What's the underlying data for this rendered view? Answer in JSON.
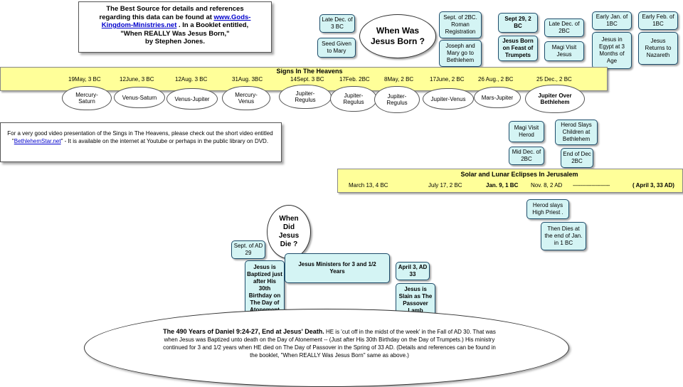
{
  "source_box": {
    "line1": "The Best Source for details and references",
    "line2_pre": "regarding this data can be found at ",
    "line2_link": "www.Gods-",
    "line3_link": "Kingdom-Ministries.net",
    "line3_post": " .  In a Booklet entitled,",
    "line4": "\"When REALLY Was Jesus Born,\"",
    "line5": "by     Stephen Jones."
  },
  "born": {
    "title": "When Was Jesus Born ?",
    "events": [
      {
        "date": "Late Dec. of 3 BC",
        "text": "Seed Given to Mary"
      },
      {
        "date": "Sept. of 2BC. Roman Registration",
        "text": "Joseph and Mary go to Bethlehem"
      },
      {
        "date": "Sept 29, 2 BC",
        "text": "Jesus Born on Feast of Trumpets"
      },
      {
        "date": "Late Dec. of 2BC",
        "text": "Magi Visit Jesus"
      },
      {
        "date": "Early Jan. of 1BC",
        "text": "Jesus in Egypt at 3 Months of Age"
      },
      {
        "date": "Early Feb. of 1BC",
        "text": "Jesus Returns to Nazareth"
      }
    ]
  },
  "signs": {
    "title": "Signs In The Heavens",
    "dates": [
      "19May, 3 BC",
      "12June, 3 BC",
      "12Aug. 3 BC",
      "31Aug. 3BC",
      "14Sept. 3 BC",
      "17Feb. 2BC",
      "8May, 2 BC",
      "17June, 2 BC",
      "26 Aug., 2  BC",
      "25 Dec., 2 BC"
    ],
    "events": [
      "Mercury-Saturn",
      "Venus-Saturn",
      "Venus-Jupiter",
      "Mercury-Venus",
      "Jupiter-Regulus",
      "Jupiter-Regulus",
      "Jupiter-Regulus",
      "Jupiter-Venus",
      "Mars-Jupiter",
      "Jupiter Over Bethlehem"
    ]
  },
  "video_note": {
    "pre": "For a very good video presentation of the Sings in The Heavens, please check out the short video entitled \"",
    "link": "BethlehemStar.net",
    "post": "\" - It is available on the internet at Youtube or perhaps in the public library on DVD."
  },
  "magi_herod": {
    "magi_visit": "Magi Visit Herod",
    "herod_slays": "Herod Slays Children at Bethlehem",
    "mid_dec": "Mid Dec. of 2BC",
    "end_dec": "End of Dec 2BC"
  },
  "eclipses": {
    "title": "Solar and Lunar Eclipses  In  Jerusalem",
    "dates": [
      "March 13, 4 BC",
      "July 17, 2 BC",
      "Jan. 9, 1 BC",
      "Nov. 8, 2 AD",
      "------------------------",
      "( April 3, 33 AD)"
    ],
    "herod_slays_priest": "Herod slays High Priest .",
    "then_dies": "Then Dies at the end of Jan. in 1 BC"
  },
  "died": {
    "title": "When Did Jesus Die ?",
    "sept_date": "Sept. of AD 29",
    "baptized": "Jesus is Baptized just after His 30th Birthday on The Day of Atonement",
    "ministers": "Jesus Ministers for 3 and 1/2 Years",
    "april_date": "April 3, AD 33",
    "slain": "Jesus is Slain as The Passover Lamb"
  },
  "daniel": {
    "bold": "The 490 Years of Daniel 9:24-27,  End at Jesus' Death.",
    "rest": "  HE is 'cut off in the midst of the week' in the Fall of AD 30. That was when Jesus was Baptized unto death on the Day of Atonement -- (Just after His 30th Birthday on the Day of Trumpets.)   His ministry continued for 3 and 1/2 years when HE died on The Day of Passover in the Spring of 33 AD.  (Details and references can be found in the booklet, \"When REALLY Was Jesus Born\" same as above.)"
  }
}
